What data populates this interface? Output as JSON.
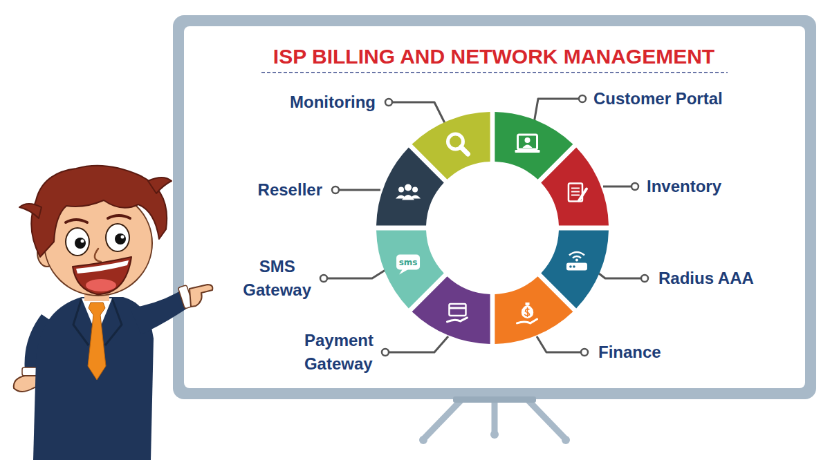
{
  "diagram": {
    "title": "ISP BILLING AND NETWORK MANAGEMENT",
    "nodes": [
      {
        "text": [
          "Monitoring"
        ]
      },
      {
        "text": [
          "Customer Portal"
        ]
      },
      {
        "text": [
          "Reseller"
        ]
      },
      {
        "text": [
          "Inventory"
        ]
      },
      {
        "text": [
          "SMS Gateway",
          "sms"
        ]
      },
      {
        "text": [
          "Radius AAA"
        ]
      },
      {
        "text": [
          "Payment Gateway"
        ]
      },
      {
        "text": [
          "Finance"
        ]
      }
    ]
  }
}
